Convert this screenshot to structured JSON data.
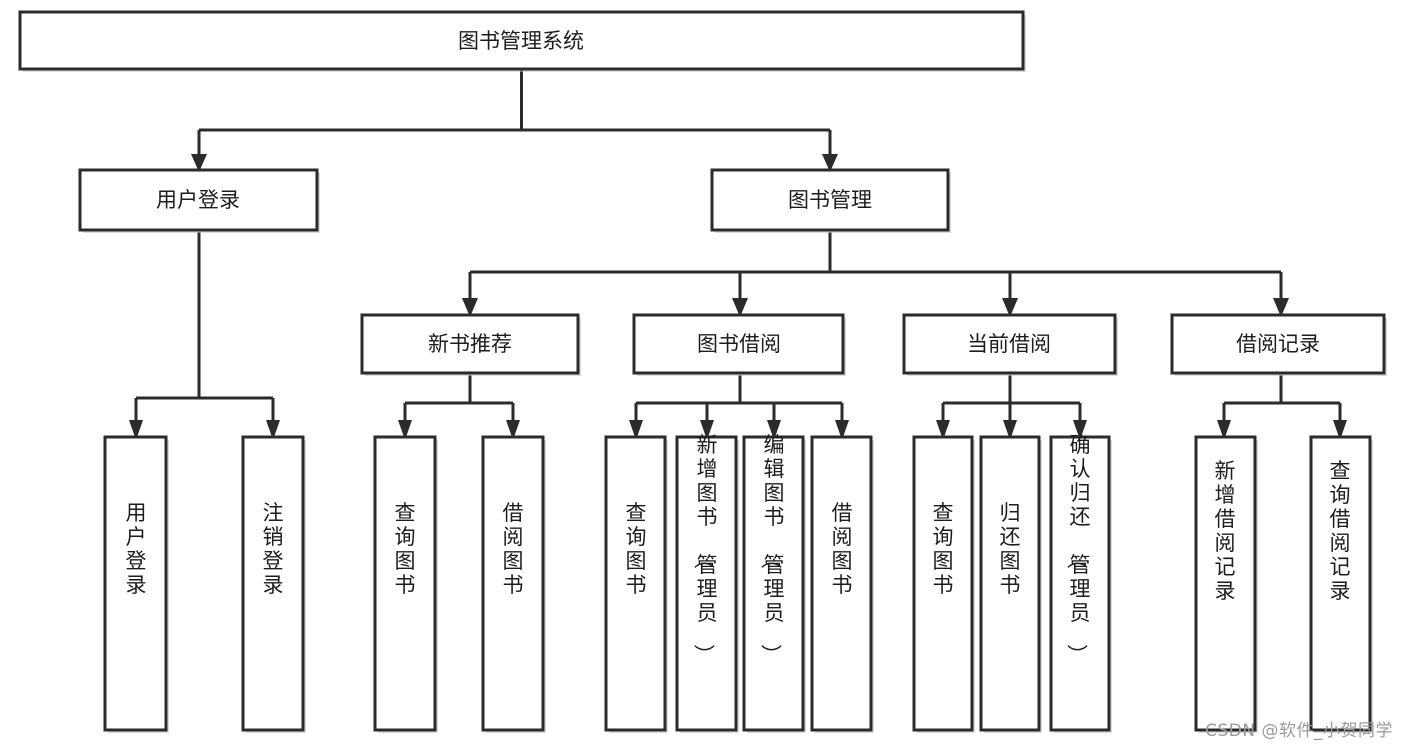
{
  "diagram": {
    "title": "图书管理系统",
    "type": "tree-hierarchy",
    "watermark": "CSDN @软件_小贺同学",
    "colors": {
      "box_stroke": "#2b2b2b",
      "box_fill": "#ffffff",
      "text": "#1d1d1d",
      "watermark": "#9a9a9a",
      "background": "#ffffff"
    },
    "levels": {
      "root": {
        "label": "图书管理系统"
      },
      "level2": [
        {
          "id": "user-login",
          "label": "用户登录"
        },
        {
          "id": "book-management",
          "label": "图书管理"
        }
      ],
      "level3": [
        {
          "id": "new-book-recommend",
          "label": "新书推荐",
          "parent": "book-management"
        },
        {
          "id": "book-borrow",
          "label": "图书借阅",
          "parent": "book-management"
        },
        {
          "id": "current-borrow",
          "label": "当前借阅",
          "parent": "book-management"
        },
        {
          "id": "borrow-record",
          "label": "借阅记录",
          "parent": "book-management"
        }
      ],
      "leaves": [
        {
          "id": "leaf-user-login",
          "label": "用户登录",
          "parent": "user-login"
        },
        {
          "id": "leaf-logout-login",
          "label": "注销登录",
          "parent": "user-login"
        },
        {
          "id": "leaf-query-book-1",
          "label": "查询图书",
          "parent": "new-book-recommend"
        },
        {
          "id": "leaf-borrow-book-1",
          "label": "借阅图书",
          "parent": "new-book-recommend"
        },
        {
          "id": "leaf-query-book-2",
          "label": "查询图书",
          "parent": "book-borrow"
        },
        {
          "id": "leaf-add-book",
          "label": "新增图书（管理员）",
          "parent": "book-borrow"
        },
        {
          "id": "leaf-edit-book",
          "label": "编辑图书（管理员）",
          "parent": "book-borrow"
        },
        {
          "id": "leaf-borrow-book-2",
          "label": "借阅图书",
          "parent": "book-borrow"
        },
        {
          "id": "leaf-query-book-3",
          "label": "查询图书",
          "parent": "current-borrow"
        },
        {
          "id": "leaf-return-book",
          "label": "归还图书",
          "parent": "current-borrow"
        },
        {
          "id": "leaf-confirm-return",
          "label": "确认归还（管理员）",
          "parent": "current-borrow"
        },
        {
          "id": "leaf-add-record",
          "label": "新增借阅记录",
          "parent": "borrow-record"
        },
        {
          "id": "leaf-query-record",
          "label": "查询借阅记录",
          "parent": "borrow-record"
        }
      ]
    }
  }
}
